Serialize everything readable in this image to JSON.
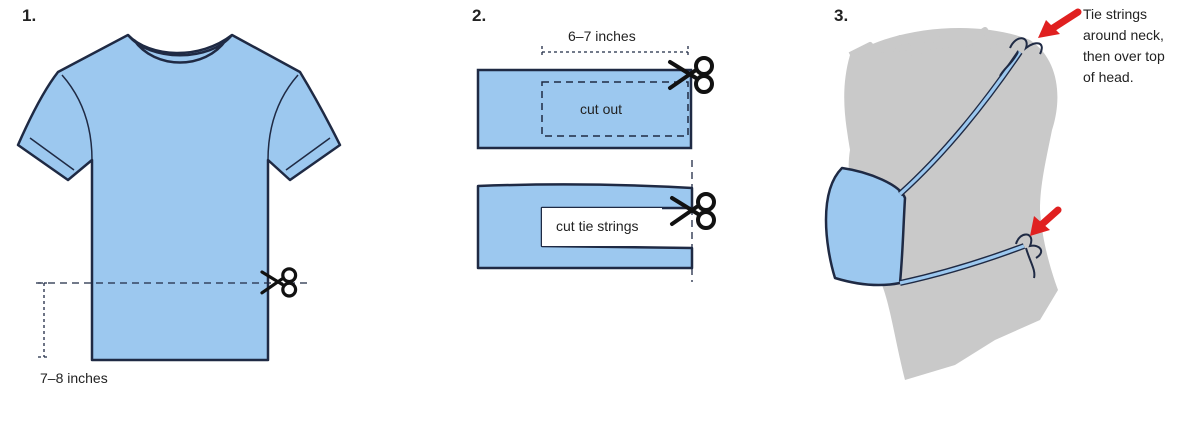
{
  "steps": [
    {
      "number": "1.",
      "measure_label": "7–8 inches"
    },
    {
      "number": "2.",
      "measure_label": "6–7 inches",
      "cut_out_label": "cut out",
      "tie_strings_label": "cut tie strings"
    },
    {
      "number": "3.",
      "note": "Tie strings\naround neck,\nthen over top\nof head."
    }
  ],
  "colors": {
    "fabric": "#9cc8ef",
    "outline": "#1f2a44",
    "head": "#c9c9c9",
    "arrow": "#e02020"
  },
  "icons": [
    "scissors-icon",
    "red-arrow-icon"
  ]
}
